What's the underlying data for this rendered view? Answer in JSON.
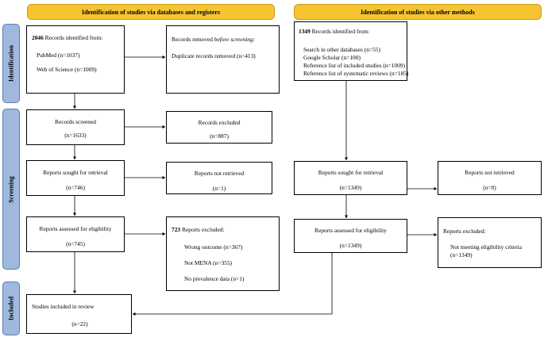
{
  "headers": {
    "left": "Identification of studies via databases and registers",
    "right": "Identification of studies via other methods"
  },
  "phases": {
    "identification": "Identification",
    "screening": "Screening",
    "included": "Included"
  },
  "db": {
    "records": {
      "count": "2046",
      "label": " Records identified from:",
      "pubmed": "PubMed (n=1037)",
      "wos": "Web of Science (n=1009)"
    },
    "removed": {
      "prefix": "Records removed ",
      "italic": "before screening",
      "suffix": ":",
      "dup": "Duplicate records removed (n=413)"
    },
    "screened": {
      "label": "Records screened",
      "n": "(n=1633)"
    },
    "excluded": {
      "label": "Records excluded",
      "n": "(n=887)"
    },
    "sought": {
      "label": "Reports sought for retrieval",
      "n": "(n=746)"
    },
    "not_retrieved": {
      "label": "Reports not retrieved",
      "n": "(n=1)"
    },
    "assessed": {
      "label": "Reports assessed for eligibility",
      "n": "(n=745)"
    },
    "reports_excluded": {
      "count": "723",
      "label": " Reports excluded:",
      "r1": "Wrong outcome (n=367)",
      "r2": "Not MENA (n=355)",
      "r3": "No prevalence data (n=1)"
    },
    "included": {
      "label": "Studies included in review",
      "n": "(n=22)"
    }
  },
  "other": {
    "records": {
      "count": "1349",
      "label": " Records identified from:",
      "s1": "Search in other databases (n=55)",
      "s2": "Google Scholar (n=100)",
      "s3": "Reference list of included studies (n=1009)",
      "s4": "Reference list of systematic reviews (n=185)"
    },
    "sought": {
      "label": "Reports sought for retrieval",
      "n": "(n=1349)"
    },
    "not_retrieved": {
      "label": "Reports not retrieved",
      "n": "(n=0)"
    },
    "assessed": {
      "label": "Reports assessed for eligibility",
      "n": "(n=1349)"
    },
    "excluded": {
      "label": "Reports excluded:",
      "r1": "Not meeting eligibility criteria",
      "r2": "(n=1349)"
    }
  }
}
